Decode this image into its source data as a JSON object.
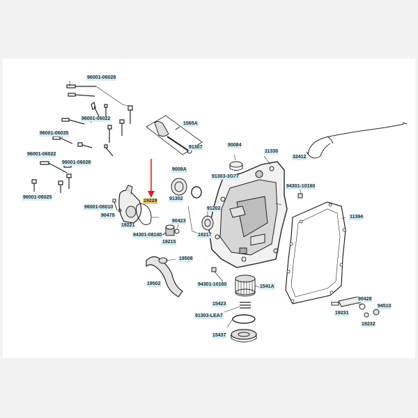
{
  "diagram": {
    "title": "Right crankcase cover exploded parts view",
    "accent_color": "#4fb6d0",
    "highlight_color": "#f5c96a",
    "arrow_color": "#e02020",
    "highlighted_part": "19229",
    "labels": {
      "p96001_06028_a": "96001-06028",
      "p96001_06022_a": "96001-06022",
      "p96001_06035": "96001-06035",
      "p96001_06022_b": "96001-06022",
      "p96001_06028_b": "96001-06028",
      "p96001_06025": "96001-06025",
      "p1565a": "1565A",
      "p91307": "91307",
      "p90084": "90084",
      "p11330": "11330",
      "p32412": "32412",
      "p9008a": "9008A",
      "p91303_3g77": "91303-3G77",
      "p94301_10160_a": "94301-10160",
      "p19229": "19229",
      "p91302": "91302",
      "p96001_06010": "96001-06010",
      "p90479": "90479",
      "p91202": "91202",
      "p11394": "11394",
      "p19221": "19221",
      "p90423": "90423",
      "p94301_08140": "94301-08140",
      "p19217": "19217",
      "p19215": "19215",
      "p19508": "19508",
      "p19502": "19502",
      "p94301_10160_b": "94301-10160",
      "p1541a": "1541A",
      "p90428": "90428",
      "p94510": "94510",
      "p15423": "15423",
      "p19231": "19231",
      "p91303_lea7": "91303-LEA7",
      "p19232": "19232",
      "p15437": "15437"
    }
  }
}
